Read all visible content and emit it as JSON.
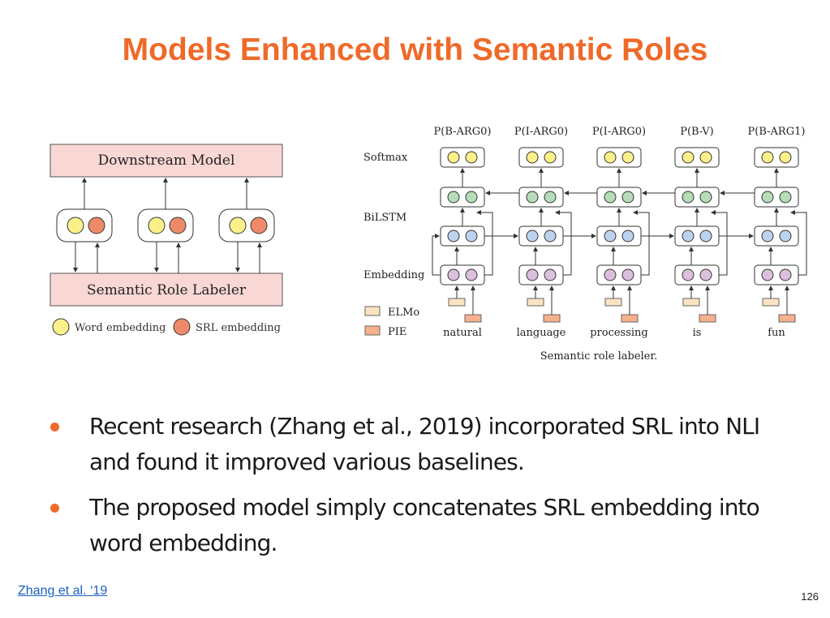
{
  "slide": {
    "title": "Models Enhanced with Semantic Roles",
    "bullets": [
      "Recent research (Zhang et al., 2019) incorporated SRL into NLI and found it improved various baselines.",
      "The proposed model simply concatenates SRL embedding into word embedding."
    ],
    "reference_link": "Zhang et al. ‘19",
    "page_number": "126"
  },
  "left_diagram": {
    "top_box": "Downstream Model",
    "bottom_box": "Semantic Role Labeler",
    "legend": [
      "Word embedding",
      "SRL embedding"
    ],
    "colors": {
      "box_fill": "#f8d7d5",
      "word": "#fbf08a",
      "srl": "#ee8a6a"
    }
  },
  "right_diagram": {
    "row_labels": [
      "Softmax",
      "BiLSTM",
      "Embedding"
    ],
    "outputs": [
      "P(B-ARG0)",
      "P(I-ARG0)",
      "P(I-ARG0)",
      "P(B-V)",
      "P(B-ARG1)"
    ],
    "words": [
      "natural",
      "language",
      "processing",
      "is",
      "fun"
    ],
    "legend": [
      "ELMo",
      "PIE"
    ],
    "caption": "Semantic role labeler.",
    "colors": {
      "softmax": "#fbf08a",
      "bilstm_top": "#b6dcb8",
      "bilstm_bottom": "#bcd3ef",
      "embedding": "#dcbfdc",
      "elmo": "#fbe3c2",
      "pie": "#f5b08c"
    }
  }
}
